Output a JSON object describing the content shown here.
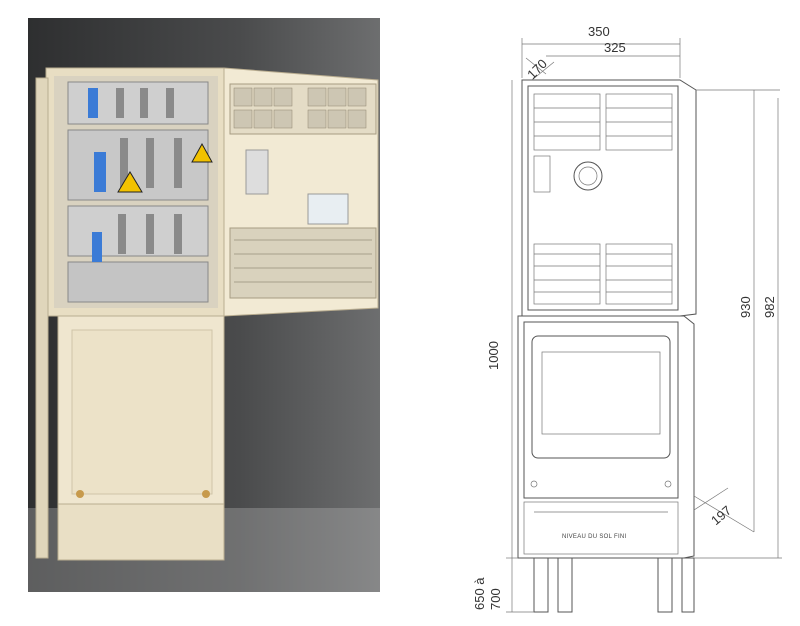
{
  "photo": {
    "colors": {
      "background": "#3a3b3c",
      "cabinet": "#efe6cf",
      "warning": "#f2c200",
      "accent_blue": "#3b7bd6"
    }
  },
  "drawing": {
    "dimensions": {
      "width_total": "350",
      "width_inner": "325",
      "depth": "170",
      "height_cabinet": "1000",
      "height_upper": "930",
      "height_total": "982",
      "plinth_depth": "197",
      "foot_height_line1": "650 à",
      "foot_height_line2": "700"
    },
    "floor_label": "NIVEAU DU SOL FINI"
  }
}
